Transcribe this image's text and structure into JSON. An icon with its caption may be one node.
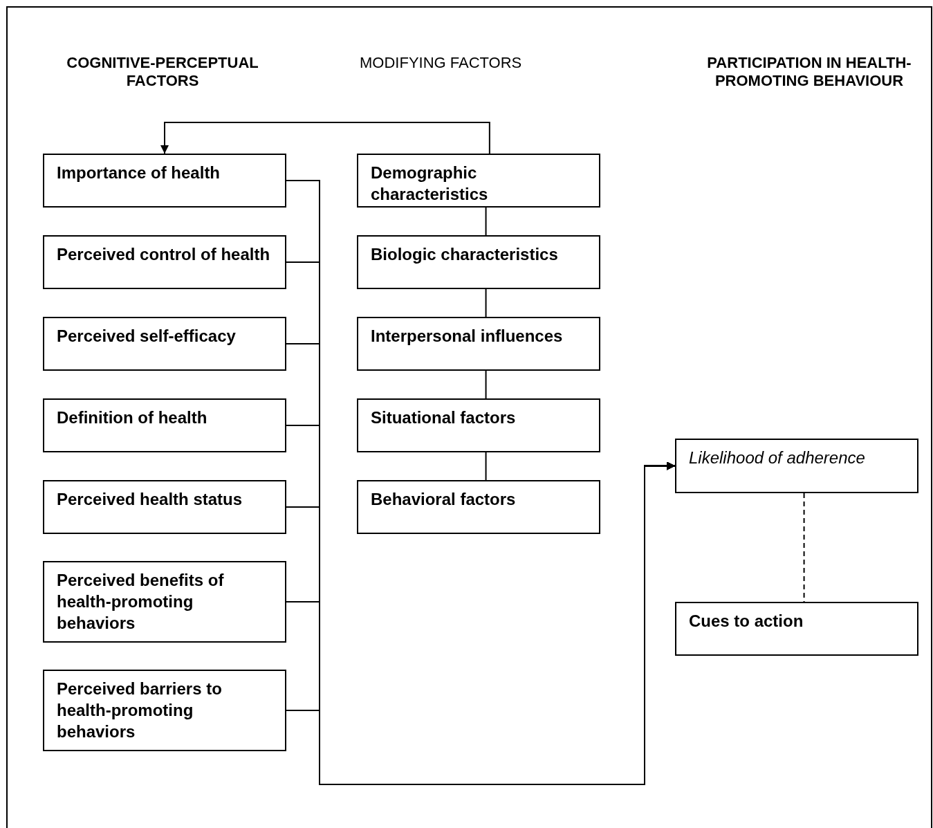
{
  "diagram": {
    "nodes": [
      {
        "text": [
          "Importance of health"
        ]
      },
      {
        "text": [
          "Perceived control of health"
        ]
      },
      {
        "text": [
          "Perceived self-efficacy"
        ]
      },
      {
        "text": [
          "Definition of health"
        ]
      },
      {
        "text": [
          "Perceived health status"
        ]
      },
      {
        "text": [
          "Perceived benefits of health-promoting behaviors"
        ]
      },
      {
        "text": [
          "Perceived barriers to health-promoting behaviors"
        ]
      },
      {
        "text": [
          "Demographic characteristics"
        ]
      },
      {
        "text": [
          "Biologic characteristics"
        ]
      },
      {
        "text": [
          "Interpersonal influences"
        ]
      },
      {
        "text": [
          "Situational factors"
        ]
      },
      {
        "text": [
          "Behavioral factors"
        ]
      },
      {
        "text": [
          "Likelihood of adherence"
        ]
      },
      {
        "text": [
          "Cues to action"
        ]
      }
    ],
    "edges": [
      {
        "from": 0,
        "to": 12,
        "arrow": "to"
      },
      {
        "from": 1,
        "to": 12,
        "arrow": "to"
      },
      {
        "from": 2,
        "to": 12,
        "arrow": "to"
      },
      {
        "from": 3,
        "to": 12,
        "arrow": "to"
      },
      {
        "from": 4,
        "to": 12,
        "arrow": "to"
      },
      {
        "from": 5,
        "to": 12,
        "arrow": "to"
      },
      {
        "from": 6,
        "to": 12,
        "arrow": "to"
      },
      {
        "from": 7,
        "to": 0,
        "arrow": "to"
      },
      {
        "from": 7,
        "to": 8,
        "arrow": "none"
      },
      {
        "from": 8,
        "to": 9,
        "arrow": "none"
      },
      {
        "from": 9,
        "to": 10,
        "arrow": "none"
      },
      {
        "from": 10,
        "to": 11,
        "arrow": "none"
      },
      {
        "from": 13,
        "to": 12,
        "arrow": "to",
        "style": "dashed"
      }
    ],
    "labels": [
      "COGNITIVE-PERCEPTUAL FACTORS",
      "MODIFYING FACTORS",
      "PARTICIPATION IN HEALTH-PROMOTING BEHAVIOUR"
    ]
  }
}
